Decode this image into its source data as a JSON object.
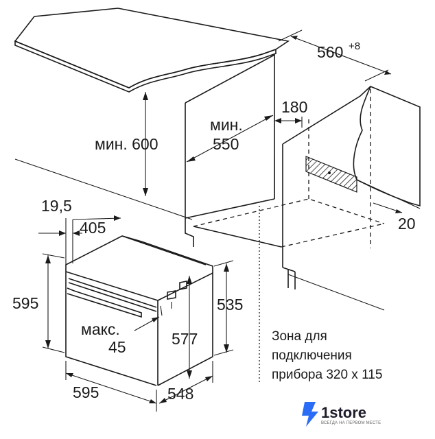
{
  "dimensions": {
    "width_top": "560",
    "width_top_tolerance": "+8",
    "depth_gap": "180",
    "min_height": "мин. 600",
    "min_depth_line1": "мин.",
    "min_depth_line2": "550",
    "side_gap": "20",
    "front_offset": "19,5",
    "front_width": "405",
    "oven_height": "595",
    "inner_height": "535",
    "max_label": "макс.",
    "max_value": "45",
    "body_height": "577",
    "oven_width": "595",
    "oven_depth": "548"
  },
  "note": {
    "line1": "Зона для",
    "line2": "подключения",
    "line3": "прибора 320 x 115"
  },
  "logo": {
    "name": "1store",
    "tagline": "ВСЕГДА НА ПЕРВОМ МЕСТЕ",
    "accent_color": "#2b6cf6"
  }
}
